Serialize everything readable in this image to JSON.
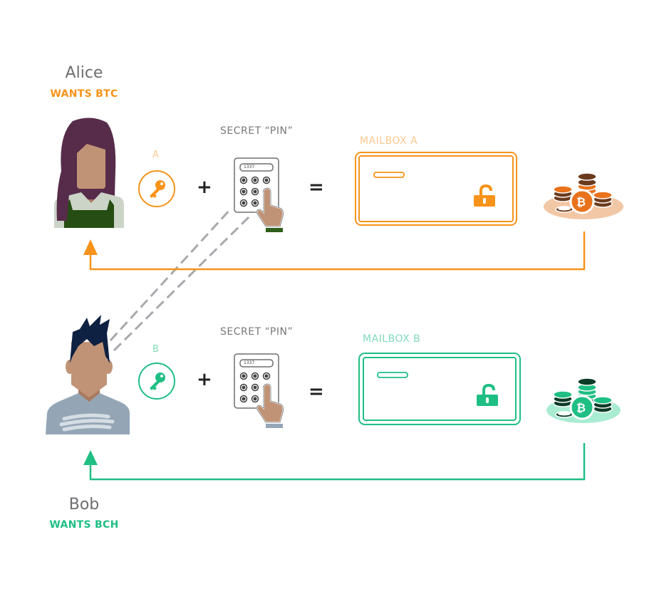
{
  "colors": {
    "alice": "#f7931a",
    "alice_light": "#fbc88e",
    "bob": "#1fbf84",
    "bob_light": "#7fdcb9",
    "text_gray": "#6d6e71",
    "dash_gray": "#a7a9ac"
  },
  "alice": {
    "name": "Alice",
    "wants": "WANTS BTC",
    "key_label": "A",
    "key_icon": "key-icon",
    "pin_label": "SECRET “PIN”",
    "pin_code": "1337",
    "plus": "+",
    "equals": "=",
    "mailbox_label": "MAILBOX A",
    "lock_icon": "unlocked-padlock-icon",
    "coins_icon": "btc-coins-icon",
    "coin_symbol": "₿"
  },
  "bob": {
    "name": "Bob",
    "wants": "WANTS BCH",
    "key_label": "B",
    "key_icon": "key-icon",
    "pin_label": "SECRET “PIN”",
    "pin_code": "1337",
    "plus": "+",
    "equals": "=",
    "mailbox_label": "MAILBOX B",
    "lock_icon": "unlocked-padlock-icon",
    "coins_icon": "bch-coins-icon",
    "coin_symbol": "₿"
  }
}
